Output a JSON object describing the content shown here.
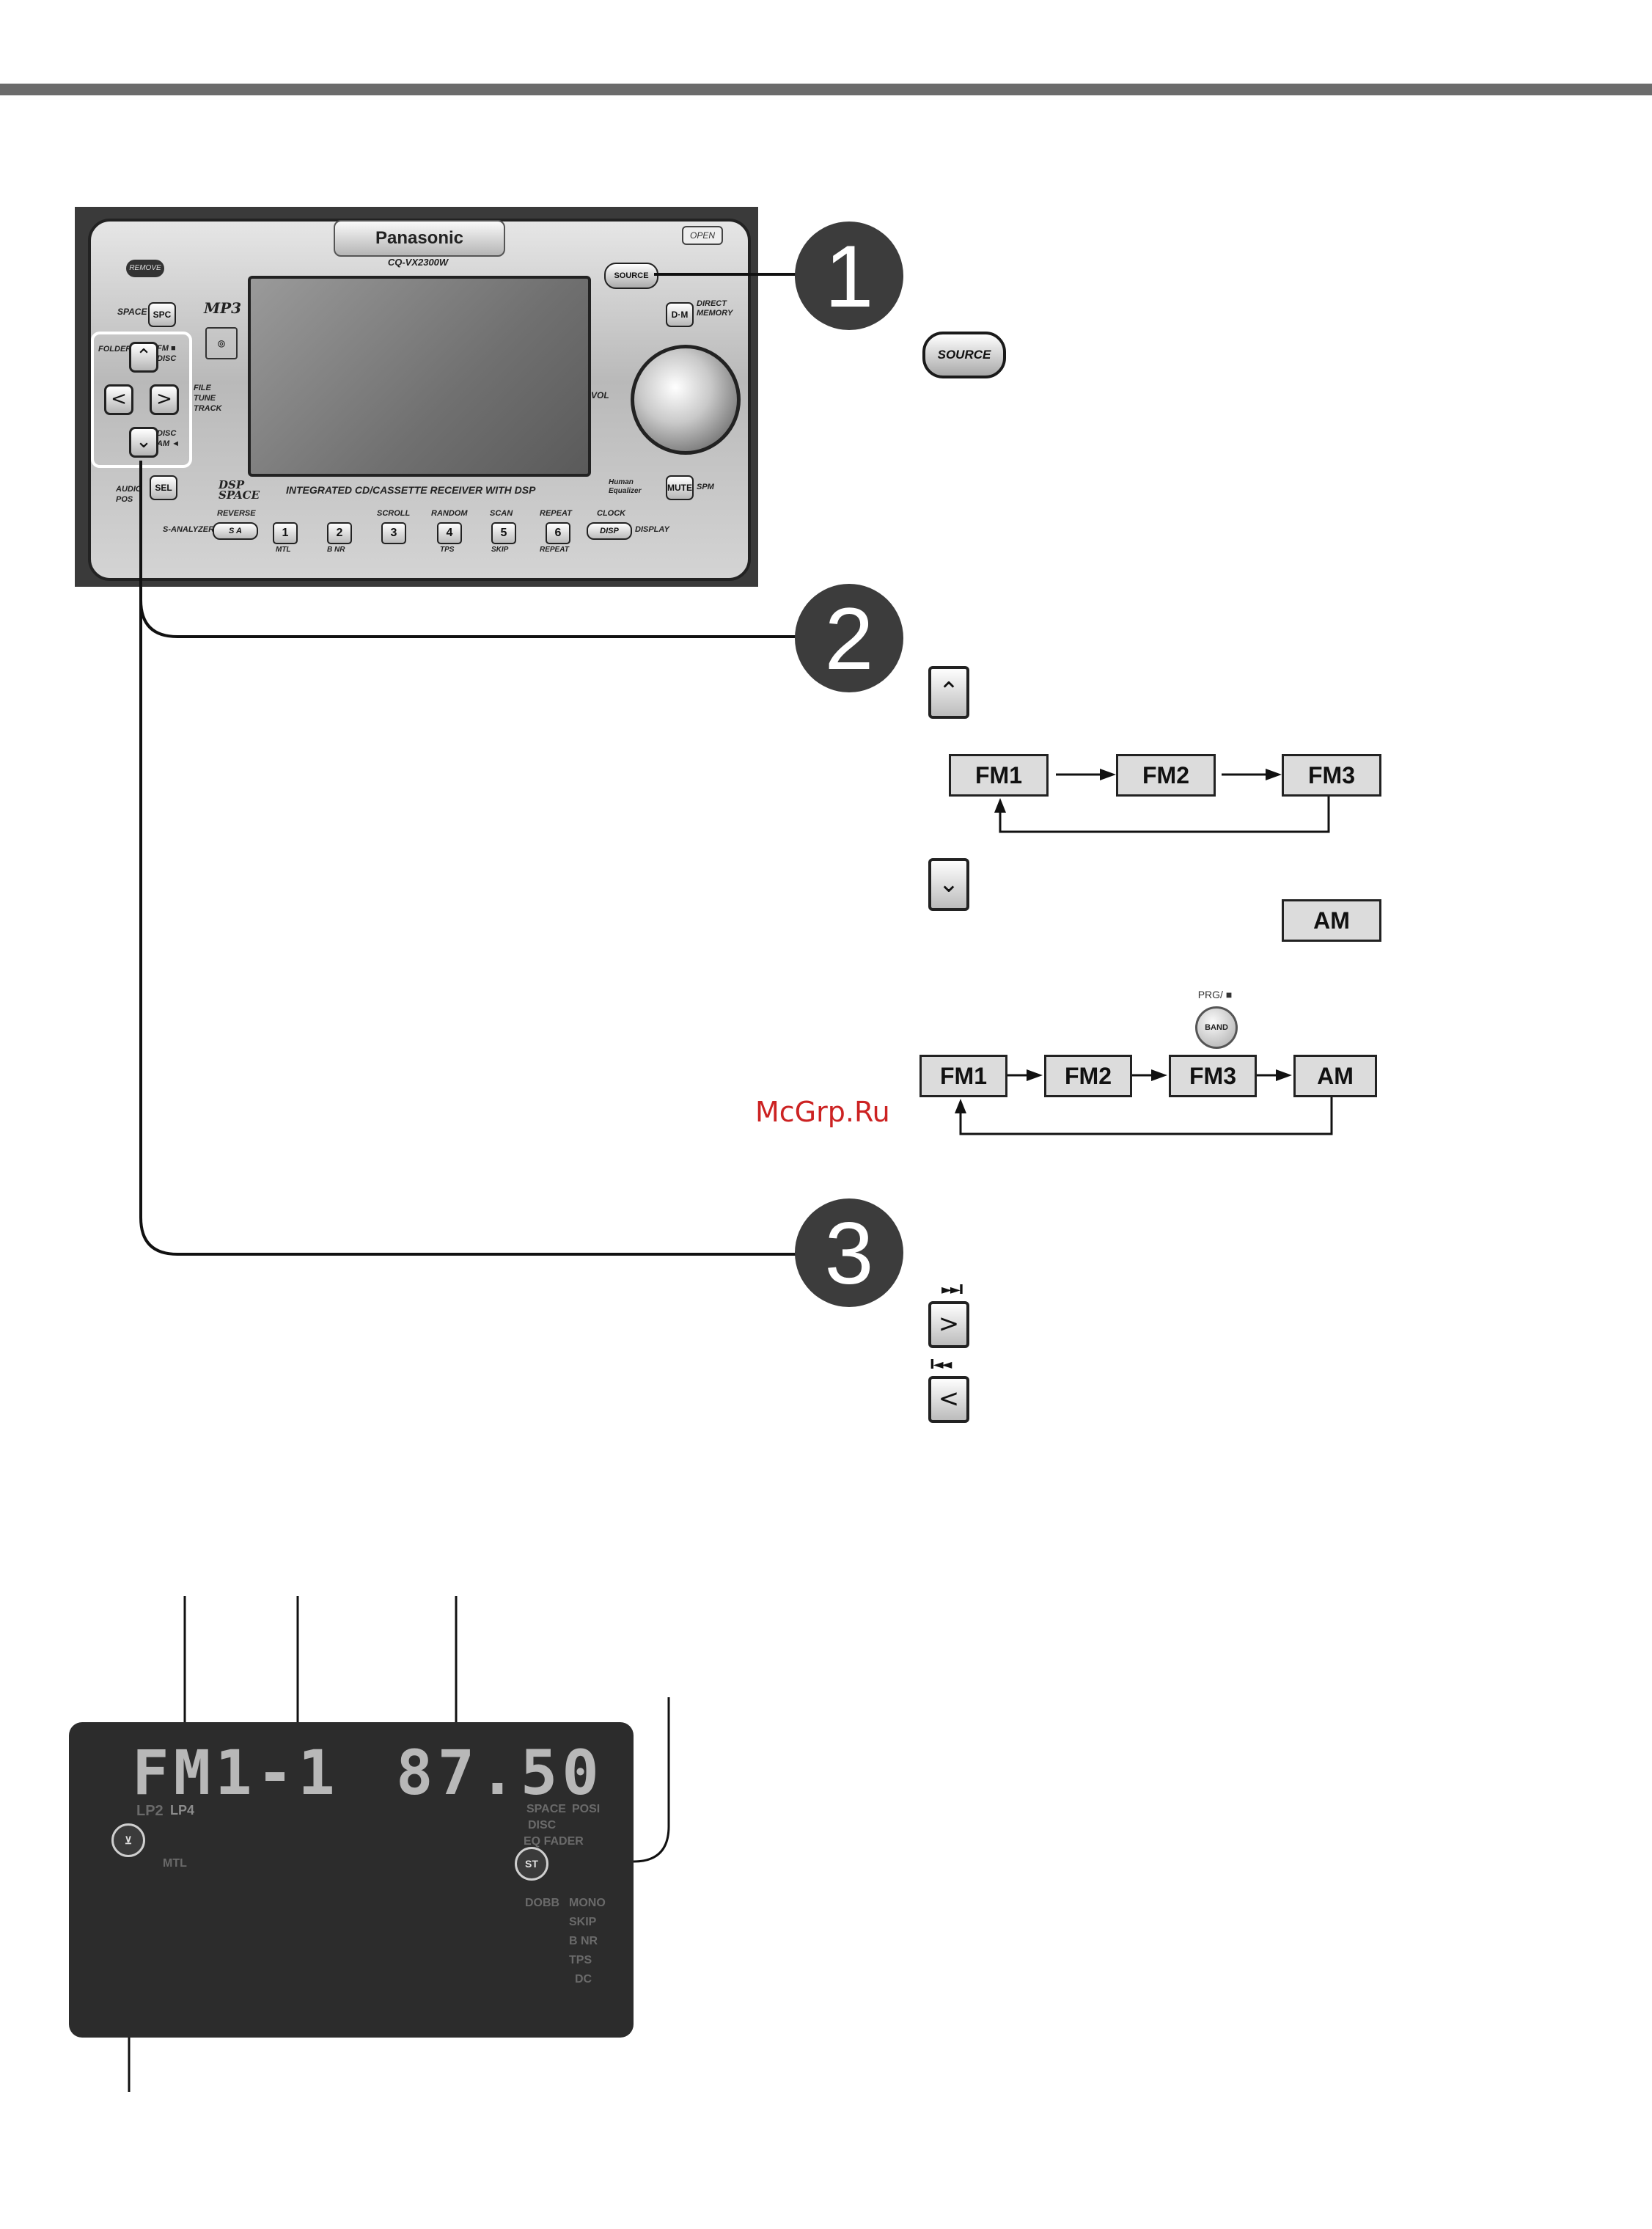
{
  "unit": {
    "brand": "Panasonic",
    "model": "CQ-VX2300W",
    "open": "OPEN",
    "remove": "REMOVE",
    "source": "SOURCE",
    "spc": "SPC",
    "space": "SPACE",
    "folder": "FOLDER",
    "fm_disc": "FM ■\nDISC",
    "disc_am": "DISC\nAM ◄",
    "file_tune_track": "FILE\nTUNE\nTRACK",
    "audio_pos": "AUDIO\nPOS",
    "sel": "SEL",
    "dm": "D·M",
    "direct_memory": "DIRECT\nMEMORY",
    "mute": "MUTE",
    "spm": "SPM",
    "vol": "VOL",
    "mp3": "MP3",
    "dsp_space": "DSP\nSPACE",
    "tagline": "INTEGRATED  CD/CASSETTE  RECEIVER  WITH  DSP",
    "human_equalizer": "Human\nEqualizer",
    "reverse": "REVERSE",
    "s_analyzer": "S-ANALYZER",
    "sa": "S A",
    "scroll": "SCROLL",
    "random": "RANDOM",
    "scan": "SCAN",
    "repeat_top": "REPEAT",
    "clock": "CLOCK",
    "disp": "DISP",
    "display": "DISPLAY",
    "presets": [
      "1",
      "2",
      "3",
      "4",
      "5",
      "6"
    ],
    "sub_labels": [
      "MTL",
      "B NR",
      "TPS",
      "SKIP",
      "REPEAT"
    ]
  },
  "steps": [
    "1",
    "2",
    "3"
  ],
  "right": {
    "source_label": "SOURCE",
    "fm_cycle": [
      "FM1",
      "FM2",
      "FM3"
    ],
    "am": "AM",
    "band_cycle": [
      "FM1",
      "FM2",
      "FM3",
      "AM"
    ],
    "prg_label": "PRG/ ■",
    "band_button": "BAND",
    "next_symbol": "►►I",
    "prev_symbol": "I◄◄",
    "watermark": "McGrp.Ru"
  },
  "lcd": {
    "band": "FM1-1",
    "freq": "87.50",
    "st": "ST",
    "lp2": "LP2",
    "lp4": "LP4",
    "mtl": "MTL",
    "space": "SPACE",
    "disc": "DISC",
    "eq_fader": "EQ FADER",
    "posi": "POSI",
    "dobb": "DOBB",
    "mono": "MONO",
    "skip": "SKIP",
    "bnr": "B NR",
    "tps": "TPS",
    "dc": "DC"
  }
}
